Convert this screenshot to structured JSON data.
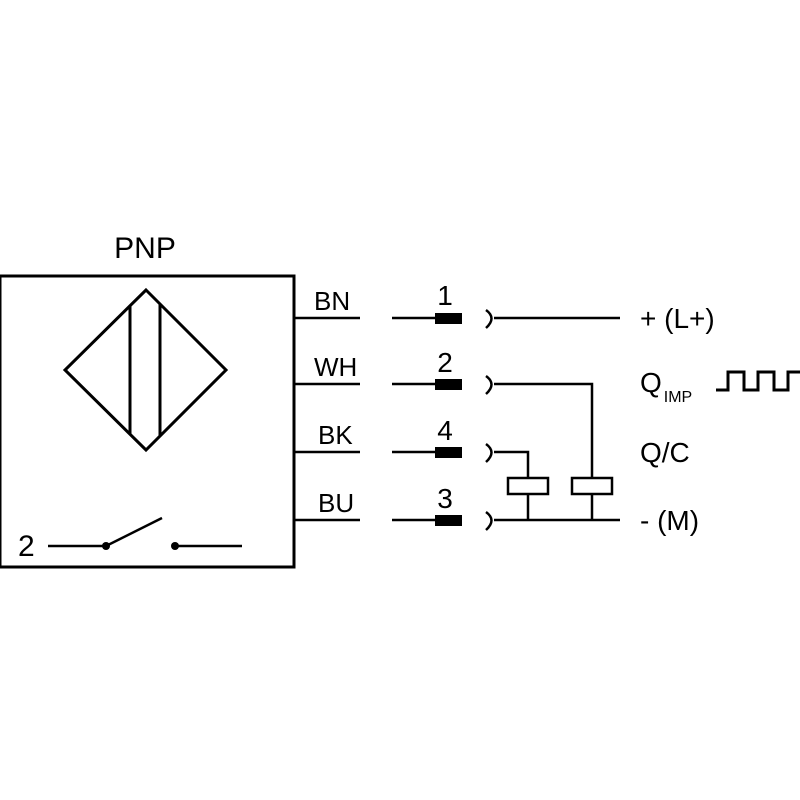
{
  "sensor": {
    "output_type": "PNP",
    "contact_label": "2"
  },
  "wires": [
    {
      "color_code": "BN",
      "pin": "1",
      "function": "+ (L+)"
    },
    {
      "color_code": "WH",
      "pin": "2",
      "function": "Q",
      "function_sub": "IMP"
    },
    {
      "color_code": "BK",
      "pin": "4",
      "function": "Q/C"
    },
    {
      "color_code": "BU",
      "pin": "3",
      "function": "- (M)"
    }
  ],
  "icons": {
    "sensor_symbol": "capacitive-sensor-diamond-icon",
    "switch_symbol": "normally-open-switch-icon",
    "pulse_symbol": "pulse-train-icon",
    "load_symbol": "load-relay-icon"
  }
}
